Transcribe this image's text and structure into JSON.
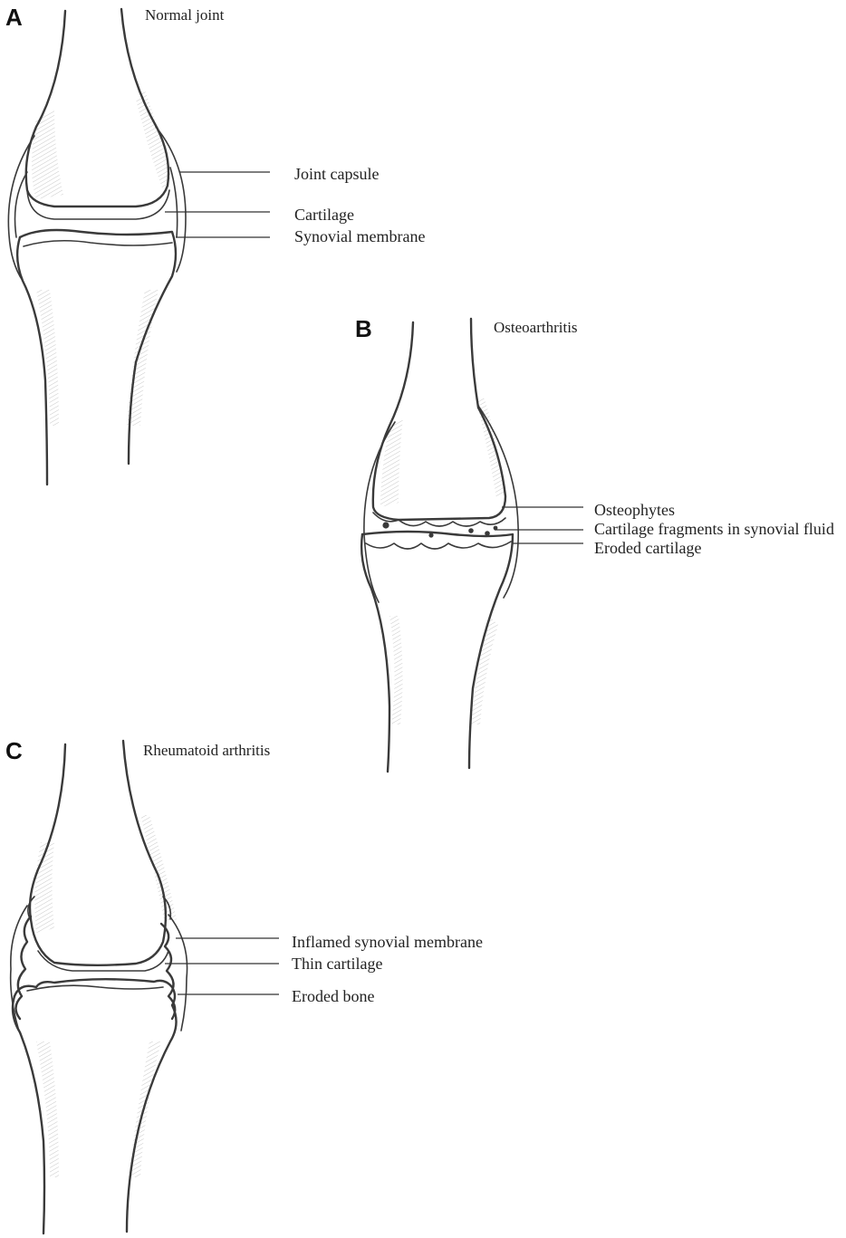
{
  "panels": {
    "a": {
      "letter": "A",
      "caption": "Normal joint",
      "labels": {
        "joint_capsule": "Joint capsule",
        "cartilage": "Cartilage",
        "synovial_membrane": "Synovial membrane"
      }
    },
    "b": {
      "letter": "B",
      "caption": "Osteoarthritis",
      "labels": {
        "osteophytes": "Osteophytes",
        "cartilage_fragments": "Cartilage fragments in synovial fluid",
        "eroded_cartilage": "Eroded cartilage"
      }
    },
    "c": {
      "letter": "C",
      "caption": "Rheumatoid arthritis",
      "labels": {
        "inflamed_synovial_membrane": "Inflamed synovial membrane",
        "thin_cartilage": "Thin cartilage",
        "eroded_bone": "Eroded bone"
      }
    }
  }
}
